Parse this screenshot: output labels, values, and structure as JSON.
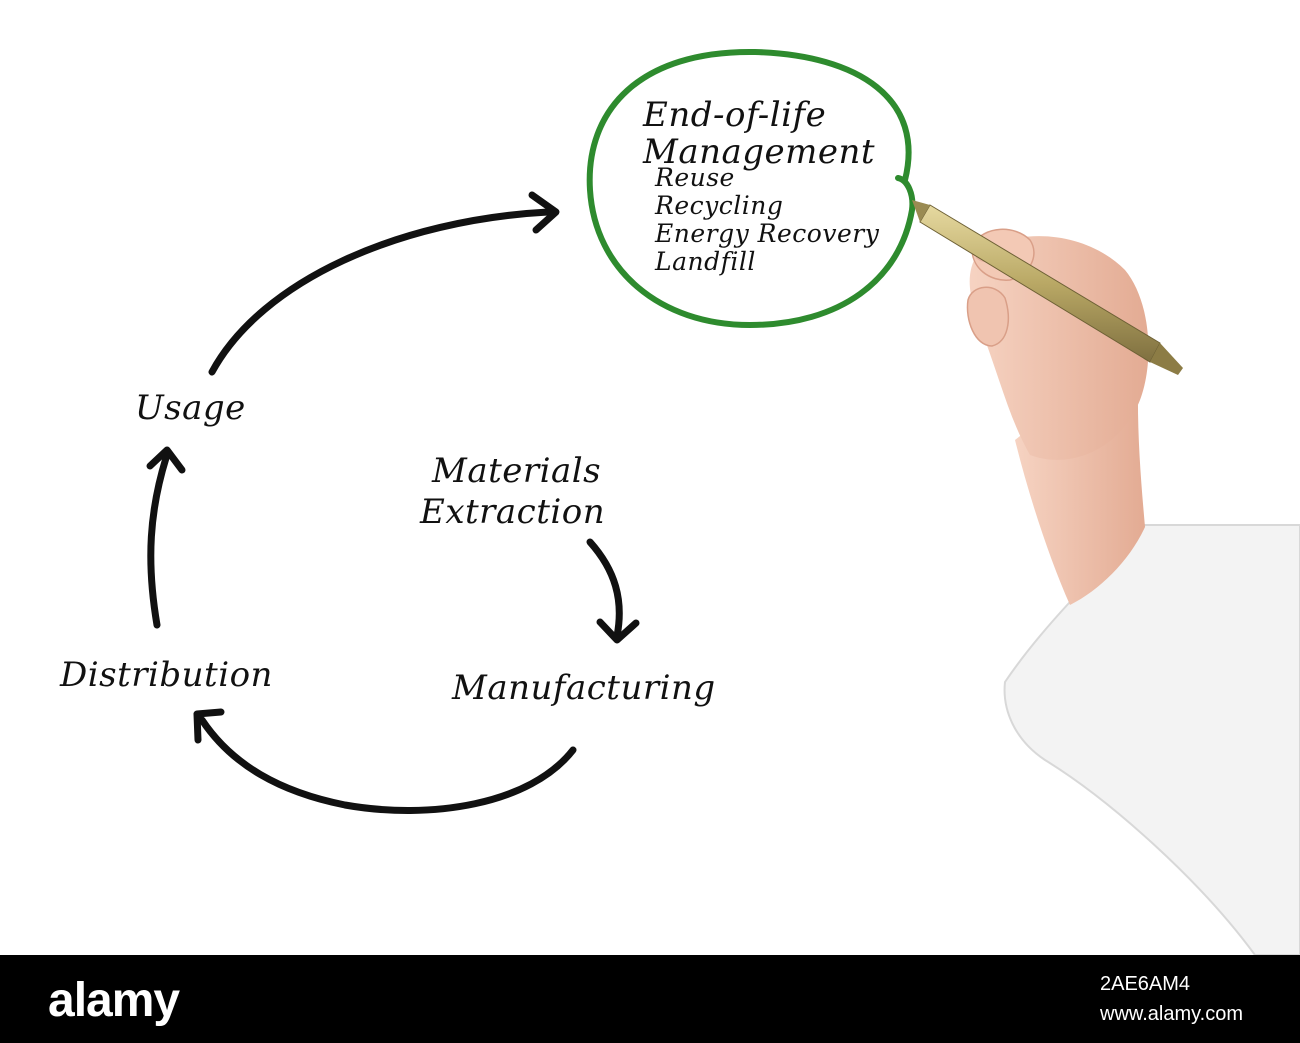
{
  "diagram": {
    "nodes": {
      "end_of_life": {
        "title_line1": "End-of-life",
        "title_line2": "Management",
        "items": [
          "Reuse",
          "Recycling",
          "Energy Recovery",
          "Landfill"
        ]
      },
      "usage": "Usage",
      "materials_line1": "Materials",
      "materials_line2": "Extraction",
      "distribution": "Distribution",
      "manufacturing": "Manufacturing"
    },
    "colors": {
      "ink": "#111111",
      "highlight_circle": "#2e8b2e",
      "pen_gold": "#b9a865",
      "sleeve": "#f3f3f3",
      "skin": "#efc2ad"
    },
    "cycle_order": [
      "Materials Extraction",
      "Manufacturing",
      "Distribution",
      "Usage",
      "End-of-life Management"
    ]
  },
  "footer": {
    "brand": "alamy",
    "image_id": "2AE6AM4",
    "site": "www.alamy.com"
  }
}
